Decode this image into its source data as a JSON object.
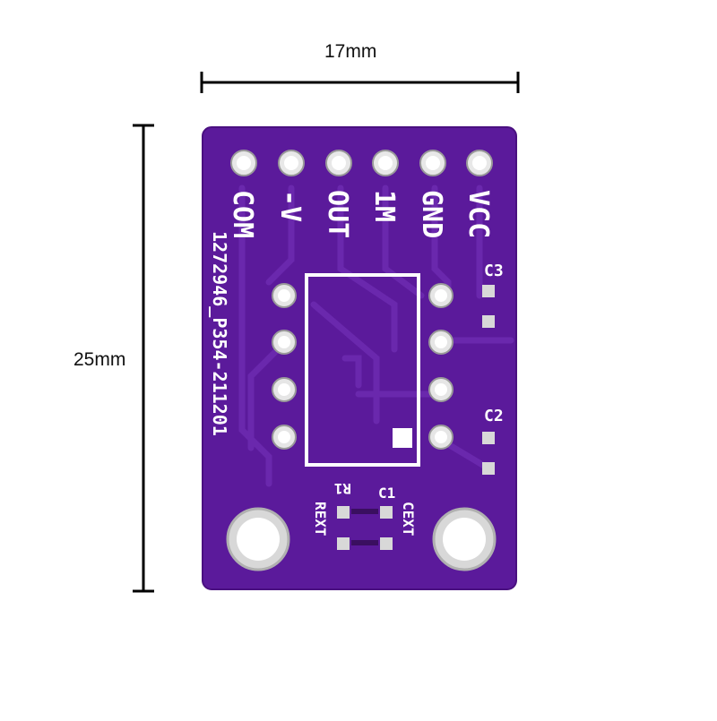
{
  "dimensions": {
    "width_label": "17mm",
    "height_label": "25mm"
  },
  "board": {
    "color": "#5b1a9b",
    "pin_labels": [
      "COM",
      "-V",
      "OUT",
      "1M",
      "GND",
      "VCC"
    ],
    "part_number": "1272946_P354-211201",
    "components": {
      "c3": "C3",
      "c2": "C2",
      "r1": "R1",
      "c1": "C1",
      "rext": "REXT",
      "cext": "CEXT"
    }
  }
}
